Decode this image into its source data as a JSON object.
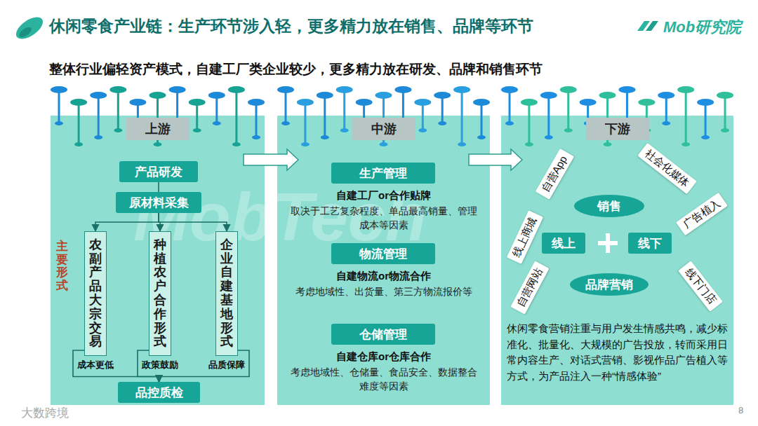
{
  "diagram": {
    "title": "休闲零食产业链：生产环节涉入轻，更多精力放在销售、品牌等环节",
    "nodes": [
      {
        "text": [
          "上游"
        ]
      },
      {
        "text": [
          "产品研发"
        ],
        "in": 0
      },
      {
        "text": [
          "原材料采集"
        ],
        "in": 0
      },
      {
        "text": [
          "农副产品大宗交易",
          "成本更低"
        ],
        "in": 0
      },
      {
        "text": [
          "种植农户合作形式",
          "政策鼓励"
        ],
        "in": 0
      },
      {
        "text": [
          "企业自建基地形式",
          "品质保障"
        ],
        "in": 0
      },
      {
        "text": [
          "品控质检"
        ],
        "in": 0
      },
      {
        "text": [
          "中游"
        ]
      },
      {
        "text": [
          "生产管理"
        ],
        "in": 7
      },
      {
        "text": [
          "物流管理"
        ],
        "in": 7
      },
      {
        "text": [
          "仓储管理"
        ],
        "in": 7
      },
      {
        "text": [
          "下游"
        ]
      },
      {
        "text": [
          "销售"
        ],
        "in": 11
      },
      {
        "text": [
          "线上"
        ],
        "in": 11
      },
      {
        "text": [
          "线下"
        ],
        "in": 11
      },
      {
        "text": [
          "品牌营销"
        ],
        "in": 11
      },
      {
        "text": [
          "自营App"
        ],
        "in": 11
      },
      {
        "text": [
          "社会化媒体"
        ],
        "in": 11
      },
      {
        "text": [
          "线上商城"
        ],
        "in": 11
      },
      {
        "text": [
          "广告植入"
        ],
        "in": 11
      },
      {
        "text": [
          "自营网站"
        ],
        "in": 11
      },
      {
        "text": [
          "线下门店"
        ],
        "in": 11
      }
    ],
    "edges": [
      {
        "from": 1,
        "to": 2,
        "arrow": "none"
      },
      {
        "from": 2,
        "to": 3,
        "arrow": "to"
      },
      {
        "from": 2,
        "to": 4,
        "arrow": "to"
      },
      {
        "from": 2,
        "to": 5,
        "arrow": "to"
      },
      {
        "from": 3,
        "to": 6,
        "arrow": "to"
      },
      {
        "from": 4,
        "to": 6,
        "arrow": "to"
      },
      {
        "from": 5,
        "to": 6,
        "arrow": "to"
      },
      {
        "from": 0,
        "to": 7,
        "arrow": "to"
      },
      {
        "from": 7,
        "to": 11,
        "arrow": "to"
      }
    ],
    "labels": [
      "Mob研究院",
      "整体行业偏轻资产模式，自建工厂类企业较少，更多精力放在研发、品牌和销售环节",
      "主要形式",
      "自建工厂or合作贴牌",
      "取决于工艺复杂程度、单品最高销量、管理成本等因素",
      "自建物流or物流合作",
      "考虑地域性、出货量、第三方物流报价等",
      "自建仓库or仓库合作",
      "考虑地域性、仓储量、食品安全、数据整合难度等因素",
      "休闲零食营销注重与用户发生情感共鸣，减少标准化、批量化、大规模的广告投放，转而采用日常内容生产、对话式营销、影视作品广告植入等方式，为产品注入一种“情感体验”",
      "MobTech",
      "大数跨境",
      "8"
    ]
  }
}
